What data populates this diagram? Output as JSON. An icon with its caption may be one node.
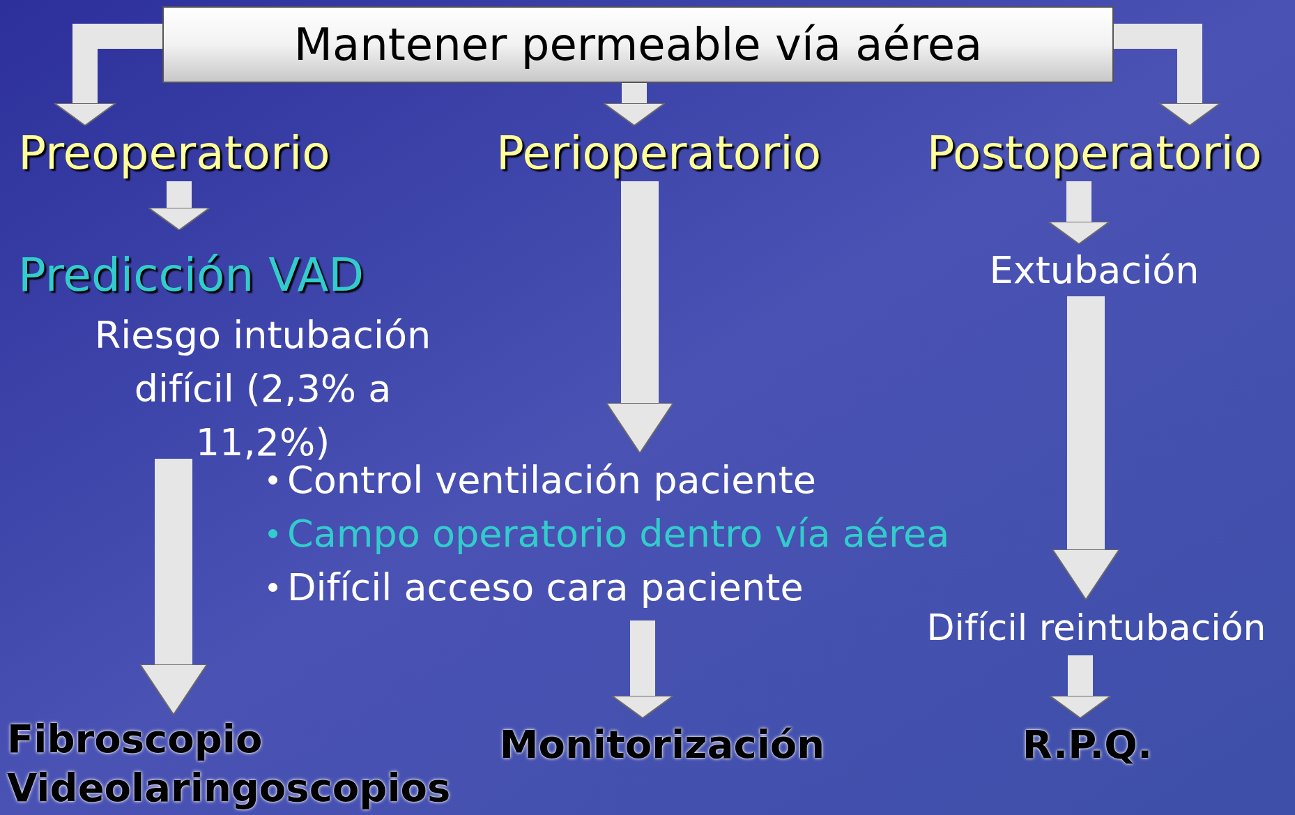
{
  "diagram": {
    "nodes": [
      {
        "text": [
          "Mantener permeable vía aérea"
        ]
      },
      {
        "text": [
          "Preoperatorio"
        ]
      },
      {
        "text": [
          "Perioperatorio"
        ]
      },
      {
        "text": [
          "Postoperatorio"
        ]
      },
      {
        "text": [
          "Predicción VAD",
          "Riesgo intubación difícil (2,3% a 11,2%)"
        ]
      },
      {
        "text": [
          "Control ventilación paciente",
          "Campo operatorio dentro vía aérea",
          "Difícil acceso cara paciente"
        ]
      },
      {
        "text": [
          "Extubación"
        ]
      },
      {
        "text": [
          "Difícil reintubación"
        ]
      },
      {
        "text": [
          "Fibroscopio",
          "Videolaringoscopios"
        ]
      },
      {
        "text": [
          "Monitorización"
        ]
      },
      {
        "text": [
          "R.P.Q."
        ]
      }
    ],
    "edges": [
      {
        "from": 0,
        "to": 1,
        "arrow": "to"
      },
      {
        "from": 0,
        "to": 2,
        "arrow": "to"
      },
      {
        "from": 0,
        "to": 3,
        "arrow": "to"
      },
      {
        "from": 1,
        "to": 4,
        "arrow": "to"
      },
      {
        "from": 2,
        "to": 5,
        "arrow": "to"
      },
      {
        "from": 3,
        "to": 6,
        "arrow": "to"
      },
      {
        "from": 4,
        "to": 8,
        "arrow": "to"
      },
      {
        "from": 5,
        "to": 9,
        "arrow": "to"
      },
      {
        "from": 6,
        "to": 7,
        "arrow": "to"
      },
      {
        "from": 7,
        "to": 10,
        "arrow": "to"
      }
    ]
  }
}
